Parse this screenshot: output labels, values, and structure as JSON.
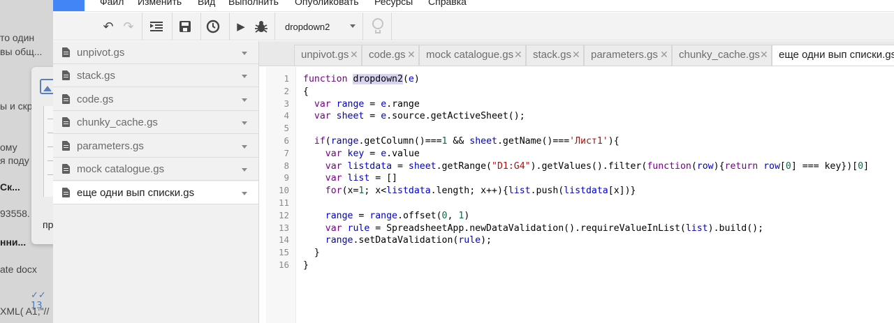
{
  "background_app": {
    "lines": [
      "то один",
      "вы общ...",
      "ы и скр",
      "ому",
      "я поду",
      "Ск...",
      "93558.",
      "пр",
      "нни...",
      "ate docx",
      "13",
      "XML( A1;\"//"
    ]
  },
  "menu": {
    "items": [
      "Файл",
      "Изменить",
      "Вид",
      "Выполнить",
      "Опубликовать",
      "Ресурсы",
      "Справка"
    ]
  },
  "toolbar": {
    "undo_icon": "↶",
    "redo_icon": "↷",
    "indent_icon": "⇥",
    "save_icon": "save",
    "triggers_icon": "clock",
    "run_icon": "▶",
    "debug_icon": "bug",
    "function_select": "dropdown2"
  },
  "files": [
    {
      "name": "unpivot.gs",
      "active": false
    },
    {
      "name": "stack.gs",
      "active": false
    },
    {
      "name": "code.gs",
      "active": false
    },
    {
      "name": "chunky_cache.gs",
      "active": false
    },
    {
      "name": "parameters.gs",
      "active": false
    },
    {
      "name": "mock catalogue.gs",
      "active": false
    },
    {
      "name": "еще одни вып списки.gs",
      "active": true
    }
  ],
  "tabs": [
    {
      "label": "unpivot.gs",
      "close": "✕"
    },
    {
      "label": "code.gs",
      "close": "✕"
    },
    {
      "label": "mock catalogue.gs",
      "close": "✕"
    },
    {
      "label": "stack.gs",
      "close": "✕"
    },
    {
      "label": "parameters.gs",
      "close": "✕"
    },
    {
      "label": "chunky_cache.gs",
      "close": "✕"
    },
    {
      "label": "еще одни вып списки.gs",
      "close": ""
    }
  ],
  "code": {
    "line_numbers": [
      "1",
      "2",
      "3",
      "4",
      "5",
      "6",
      "7",
      "8",
      "9",
      "10",
      "11",
      "12",
      "13",
      "14",
      "15",
      "16"
    ],
    "lines": [
      [
        {
          "t": "function ",
          "c": "kw"
        },
        {
          "t": "dropdown2",
          "c": "hl"
        },
        {
          "t": "(",
          "c": ""
        },
        {
          "t": "e",
          "c": "var"
        },
        {
          "t": ")",
          "c": ""
        }
      ],
      [
        {
          "t": "{",
          "c": ""
        }
      ],
      [
        {
          "t": "  ",
          "c": ""
        },
        {
          "t": "var ",
          "c": "kw"
        },
        {
          "t": "range",
          "c": "var"
        },
        {
          "t": " = ",
          "c": ""
        },
        {
          "t": "e",
          "c": "var"
        },
        {
          "t": ".range",
          "c": ""
        }
      ],
      [
        {
          "t": "  ",
          "c": ""
        },
        {
          "t": "var ",
          "c": "kw"
        },
        {
          "t": "sheet",
          "c": "var"
        },
        {
          "t": " = ",
          "c": ""
        },
        {
          "t": "e",
          "c": "var"
        },
        {
          "t": ".source.getActiveSheet();",
          "c": ""
        }
      ],
      [],
      [
        {
          "t": "  ",
          "c": ""
        },
        {
          "t": "if",
          "c": "kw"
        },
        {
          "t": "(",
          "c": ""
        },
        {
          "t": "range",
          "c": "var"
        },
        {
          "t": ".getColumn()===",
          "c": ""
        },
        {
          "t": "1",
          "c": "num"
        },
        {
          "t": " && ",
          "c": ""
        },
        {
          "t": "sheet",
          "c": "var"
        },
        {
          "t": ".getName()===",
          "c": ""
        },
        {
          "t": "'Лист1'",
          "c": "str"
        },
        {
          "t": "){",
          "c": ""
        }
      ],
      [
        {
          "t": "    ",
          "c": ""
        },
        {
          "t": "var ",
          "c": "kw"
        },
        {
          "t": "key",
          "c": "var"
        },
        {
          "t": " = ",
          "c": ""
        },
        {
          "t": "e",
          "c": "var"
        },
        {
          "t": ".value",
          "c": ""
        }
      ],
      [
        {
          "t": "    ",
          "c": ""
        },
        {
          "t": "var ",
          "c": "kw"
        },
        {
          "t": "listdata",
          "c": "var"
        },
        {
          "t": " = ",
          "c": ""
        },
        {
          "t": "sheet",
          "c": "var"
        },
        {
          "t": ".getRange(",
          "c": ""
        },
        {
          "t": "\"D1:G4\"",
          "c": "str"
        },
        {
          "t": ").getValues().filter(",
          "c": ""
        },
        {
          "t": "function",
          "c": "kw"
        },
        {
          "t": "(",
          "c": ""
        },
        {
          "t": "row",
          "c": "var"
        },
        {
          "t": "){",
          "c": ""
        },
        {
          "t": "return ",
          "c": "kw"
        },
        {
          "t": "row",
          "c": "var"
        },
        {
          "t": "[",
          "c": ""
        },
        {
          "t": "0",
          "c": "num"
        },
        {
          "t": "] === key})[",
          "c": ""
        },
        {
          "t": "0",
          "c": "num"
        },
        {
          "t": "]",
          "c": ""
        }
      ],
      [
        {
          "t": "    ",
          "c": ""
        },
        {
          "t": "var ",
          "c": "kw"
        },
        {
          "t": "list",
          "c": "var"
        },
        {
          "t": " = []",
          "c": ""
        }
      ],
      [
        {
          "t": "    ",
          "c": ""
        },
        {
          "t": "for",
          "c": "kw"
        },
        {
          "t": "(x=",
          "c": ""
        },
        {
          "t": "1",
          "c": "num"
        },
        {
          "t": "; x<",
          "c": ""
        },
        {
          "t": "listdata",
          "c": "var"
        },
        {
          "t": ".length; x++){",
          "c": ""
        },
        {
          "t": "list",
          "c": "var"
        },
        {
          "t": ".push(",
          "c": ""
        },
        {
          "t": "listdata",
          "c": "var"
        },
        {
          "t": "[x])}",
          "c": ""
        }
      ],
      [],
      [
        {
          "t": "    ",
          "c": ""
        },
        {
          "t": "range",
          "c": "var"
        },
        {
          "t": " = ",
          "c": ""
        },
        {
          "t": "range",
          "c": "var"
        },
        {
          "t": ".offset(",
          "c": ""
        },
        {
          "t": "0",
          "c": "num"
        },
        {
          "t": ", ",
          "c": ""
        },
        {
          "t": "1",
          "c": "num"
        },
        {
          "t": ")",
          "c": ""
        }
      ],
      [
        {
          "t": "    ",
          "c": ""
        },
        {
          "t": "var ",
          "c": "kw"
        },
        {
          "t": "rule",
          "c": "var"
        },
        {
          "t": " = SpreadsheetApp.newDataValidation().requireValueInList(",
          "c": ""
        },
        {
          "t": "list",
          "c": "var"
        },
        {
          "t": ").build();",
          "c": ""
        }
      ],
      [
        {
          "t": "    ",
          "c": ""
        },
        {
          "t": "range",
          "c": "var"
        },
        {
          "t": ".setDataValidation(",
          "c": ""
        },
        {
          "t": "rule",
          "c": "var"
        },
        {
          "t": ");",
          "c": ""
        }
      ],
      [
        {
          "t": "  }",
          "c": ""
        }
      ],
      [
        {
          "t": "}",
          "c": ""
        }
      ]
    ]
  },
  "colors": {
    "keyword": "#770088",
    "variable": "#0000cc",
    "number": "#116644",
    "string": "#aa1111",
    "selection": "#d7d4f0"
  }
}
